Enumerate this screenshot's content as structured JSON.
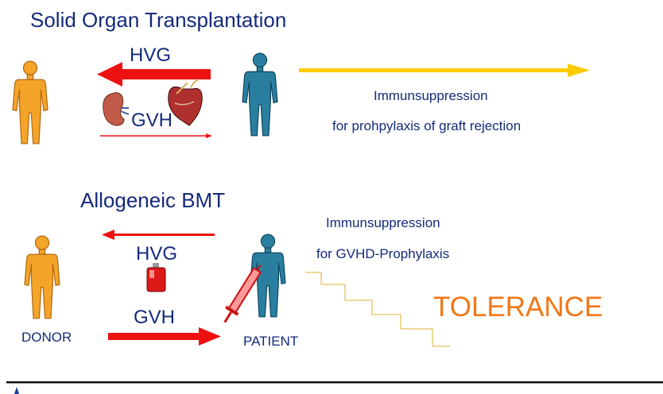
{
  "solid": {
    "title": "Solid Organ Transplantation",
    "hvg_label": "HVG",
    "gvh_label": "GVH",
    "immuno_line1": "Immunsuppression",
    "immuno_line2": "for prohpylaxis of graft rejection"
  },
  "bmt": {
    "title": "Allogeneic BMT",
    "hvg_label": "HVG",
    "gvh_label": "GVH",
    "immuno_line1": "Immunsuppression",
    "immuno_line2": "for GVHD-Prophylaxis",
    "donor_label": "DONOR",
    "patient_label": "PATIENT",
    "tolerance": "TOLERANCE"
  },
  "colors": {
    "text_navy": "#142a7a",
    "arrow_red": "#ee1111",
    "arrow_yellow": "#ffcc00",
    "donor_figure": "#f5a42a",
    "patient_figure": "#2a7fa0",
    "tolerance": "#f07818",
    "staircase": "#e8c060"
  }
}
